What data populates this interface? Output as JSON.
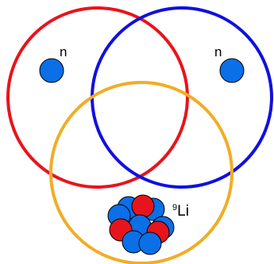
{
  "labels": {
    "neutron_left": "n",
    "neutron_right": "n",
    "core_mass_number": "9",
    "core_element": "Li"
  },
  "colors": {
    "circle_left": "#e8141c",
    "circle_right": "#1010e0",
    "circle_bottom": "#f2ac26",
    "neutron": "#0b6fe8",
    "proton": "#e8141c",
    "outline": "#000000",
    "background": "#ffffff"
  },
  "nucleon_counts": {
    "protons": 3,
    "neutrons": 6
  }
}
